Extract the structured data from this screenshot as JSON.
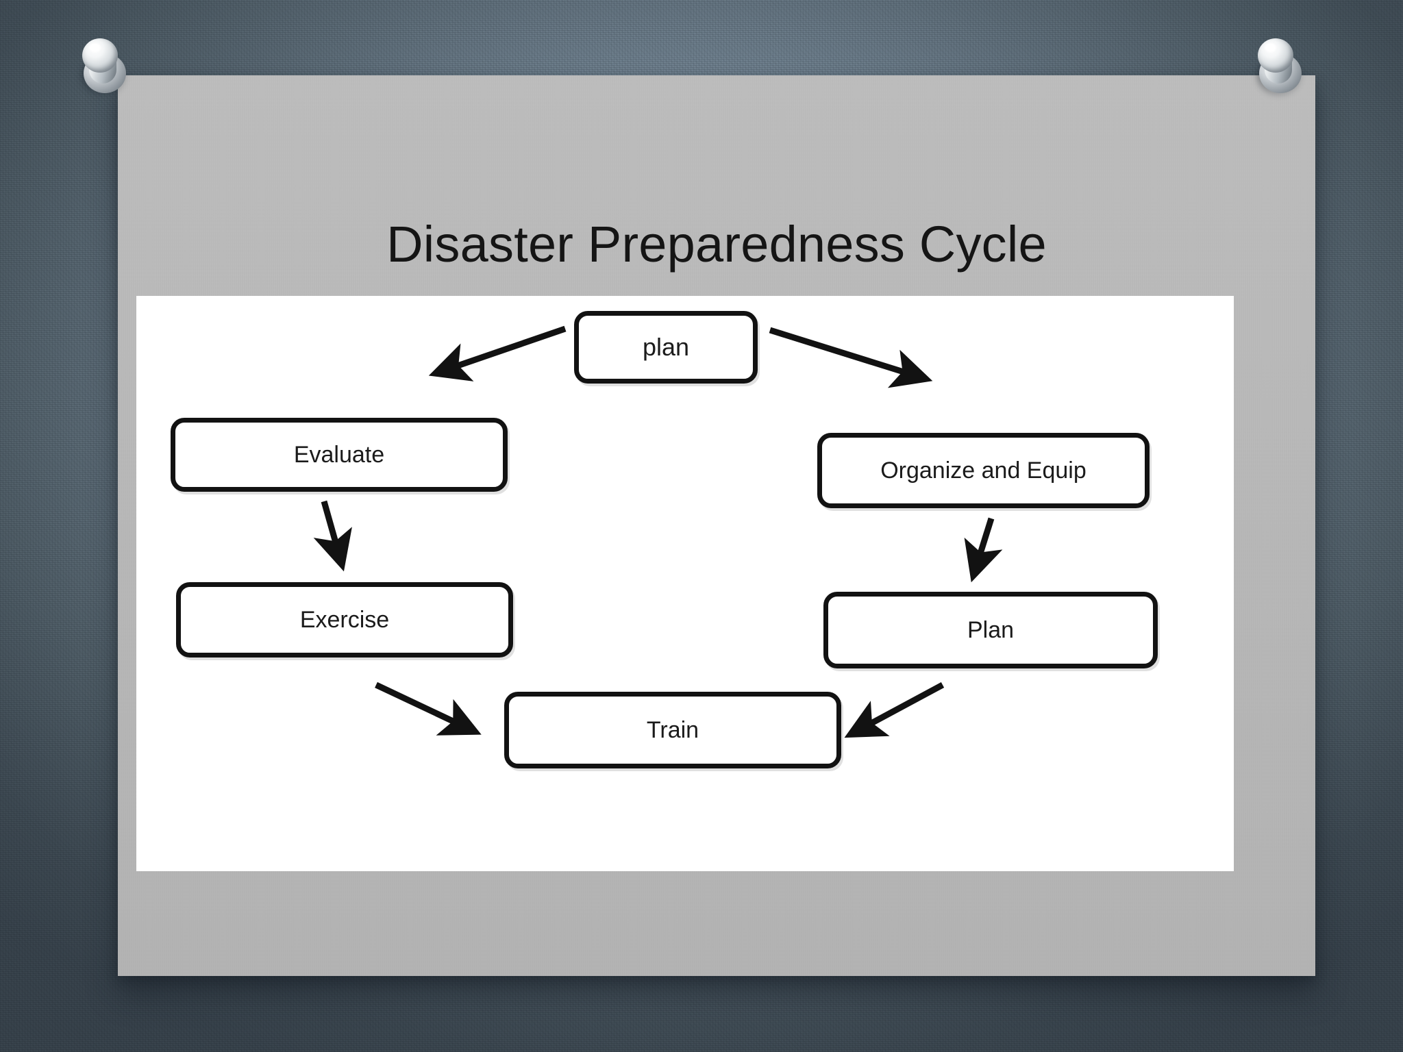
{
  "slide": {
    "title": "Disaster Preparedness Cycle",
    "background_color": "#b6b6b6",
    "canvas_color": "#ffffff",
    "wall_color": "#7b8d9c"
  },
  "pins": [
    {
      "name": "top-left-pushpin",
      "color": "#d6dbde"
    },
    {
      "name": "top-right-pushpin",
      "color": "#d6dbde"
    }
  ],
  "diagram": {
    "type": "cycle-flowchart",
    "outline_color": "#121212",
    "fill_color": "#ffffff",
    "nodes": [
      {
        "id": "plan-top",
        "label": "plan",
        "position": "top-center"
      },
      {
        "id": "evaluate",
        "label": "Evaluate",
        "position": "left-upper"
      },
      {
        "id": "organize",
        "label": "Organize and Equip",
        "position": "right-upper"
      },
      {
        "id": "exercise",
        "label": "Exercise",
        "position": "left-lower"
      },
      {
        "id": "plan-right",
        "label": "Plan",
        "position": "right-lower"
      },
      {
        "id": "train",
        "label": "Train",
        "position": "bottom-center"
      }
    ],
    "arrows": [
      {
        "id": "arrow-plan-to-evaluate",
        "from": "plan-top",
        "to": "evaluate",
        "direction": "down-left"
      },
      {
        "id": "arrow-plan-to-organize",
        "from": "plan-top",
        "to": "organize",
        "direction": "down-right"
      },
      {
        "id": "arrow-evaluate-to-exercise",
        "from": "evaluate",
        "to": "exercise",
        "direction": "down"
      },
      {
        "id": "arrow-organize-to-planright",
        "from": "organize",
        "to": "plan-right",
        "direction": "down"
      },
      {
        "id": "arrow-exercise-to-train",
        "from": "exercise",
        "to": "train",
        "direction": "down-right"
      },
      {
        "id": "arrow-planright-to-train",
        "from": "plan-right",
        "to": "train",
        "direction": "down-left"
      }
    ]
  }
}
